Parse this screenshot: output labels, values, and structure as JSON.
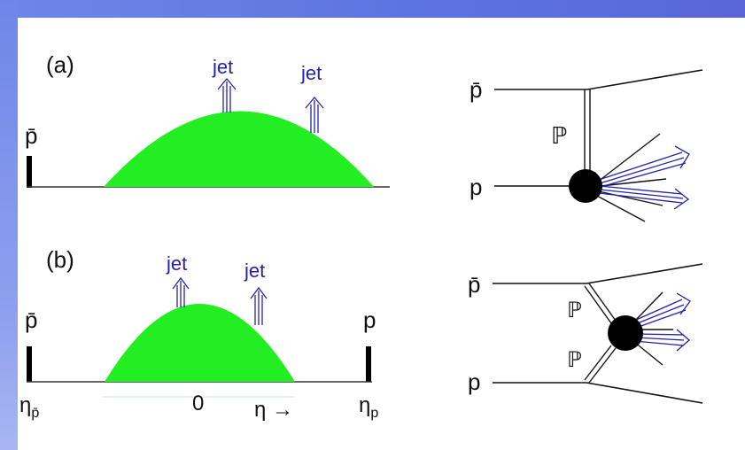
{
  "panel_a": {
    "label": "(a)",
    "pbar": "p̄",
    "jet1": "jet",
    "jet2": "jet"
  },
  "panel_b": {
    "label": "(b)",
    "pbar": "p̄",
    "p": "p",
    "jet1": "jet",
    "jet2": "jet",
    "eta_min_base": "η",
    "eta_min_sub": "p̄",
    "zero": "0",
    "eta_axis": "η →",
    "eta_max_base": "η",
    "eta_max_sub": "p"
  },
  "diagram_a": {
    "pbar": "p̄",
    "p": "p",
    "pomeron": "ℙ"
  },
  "diagram_b": {
    "pbar": "p̄",
    "p": "p",
    "pomeron_top": "ℙ",
    "pomeron_bottom": "ℙ"
  },
  "colors": {
    "rapidity_region": "#22ee22",
    "jet": "#2222aa",
    "frame": "#6f86e8"
  }
}
